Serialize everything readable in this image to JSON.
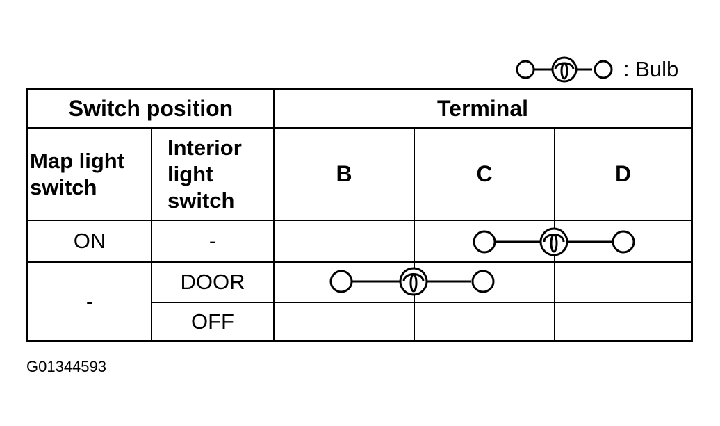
{
  "legend": {
    "symbol": "bulb-icon",
    "label": ": Bulb"
  },
  "table": {
    "header": {
      "switch_position": "Switch position",
      "terminal": "Terminal",
      "map_light_switch": "Map light switch",
      "interior_light_switch": "Interior light switch",
      "terminals": [
        "B",
        "C",
        "D"
      ]
    },
    "rows": [
      {
        "map_light_switch": "ON",
        "interior_light_switch": "-",
        "continuity": "C - bulb - D",
        "connected_terminals": [
          "C",
          "D"
        ]
      },
      {
        "map_light_switch": "-",
        "interior_light_switch": "DOOR",
        "continuity": "B - bulb - C",
        "connected_terminals": [
          "B",
          "C"
        ]
      },
      {
        "map_light_switch": "-",
        "interior_light_switch": "OFF",
        "continuity": "none",
        "connected_terminals": []
      }
    ]
  },
  "figure_id": "G01344593"
}
